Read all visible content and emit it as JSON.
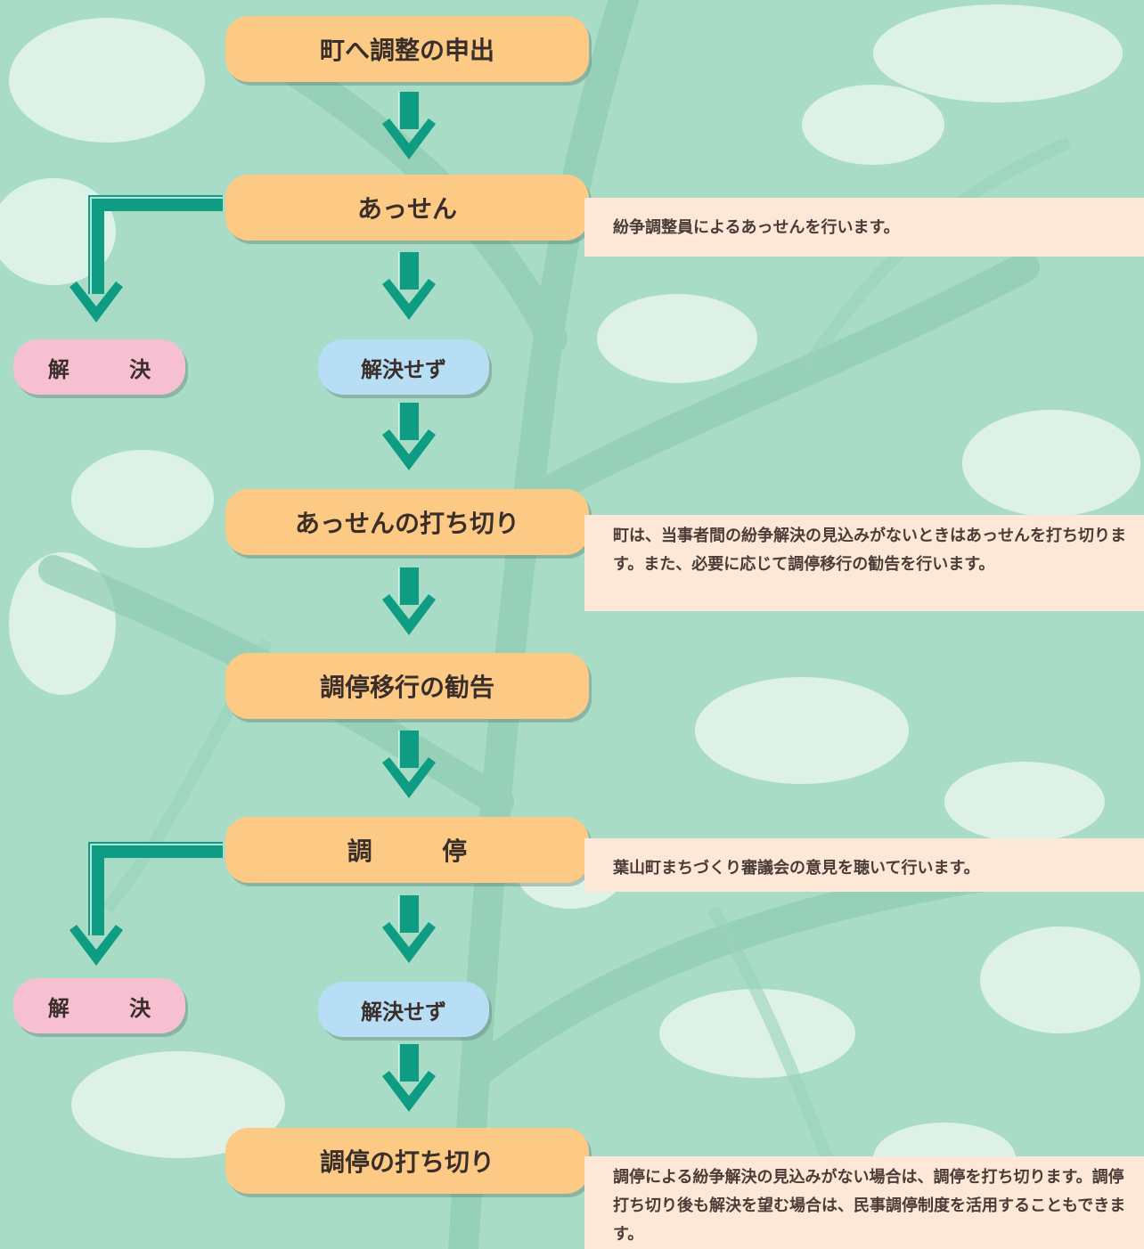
{
  "steps": {
    "request": "町へ調整の申出",
    "assen": "あっせん",
    "assen_end": "あっせんの打ち切り",
    "recommend": "調停移行の勧告",
    "chotei": "調　停",
    "chotei_end": "調停の打ち切り"
  },
  "outcomes": {
    "resolved_1": "解　決",
    "unresolved_1": "解決せず",
    "resolved_2": "解　決",
    "unresolved_2": "解決せず"
  },
  "notes": {
    "assen": "紛争調整員によるあっせんを行います。",
    "assen_end": "町は、当事者間の紛争解決の見込みがないときはあっせんを打ち切ります。また、必要に応じて調停移行の勧告を行います。",
    "chotei": "葉山町まちづくり審議会の意見を聴いて行います。",
    "chotei_end": "調停による紛争解決の見込みがない場合は、調停を打ち切ります。調停打ち切り後も解決を望む場合は、民事調停制度を活用することもできます。"
  },
  "colors": {
    "arrow": "#0e9c82",
    "step_fill": "#fcca85",
    "unresolved_fill": "#b7def5",
    "resolved_fill": "#f6bfd2",
    "note_fill": "#fde7d6",
    "background": "#a9dcc7"
  }
}
